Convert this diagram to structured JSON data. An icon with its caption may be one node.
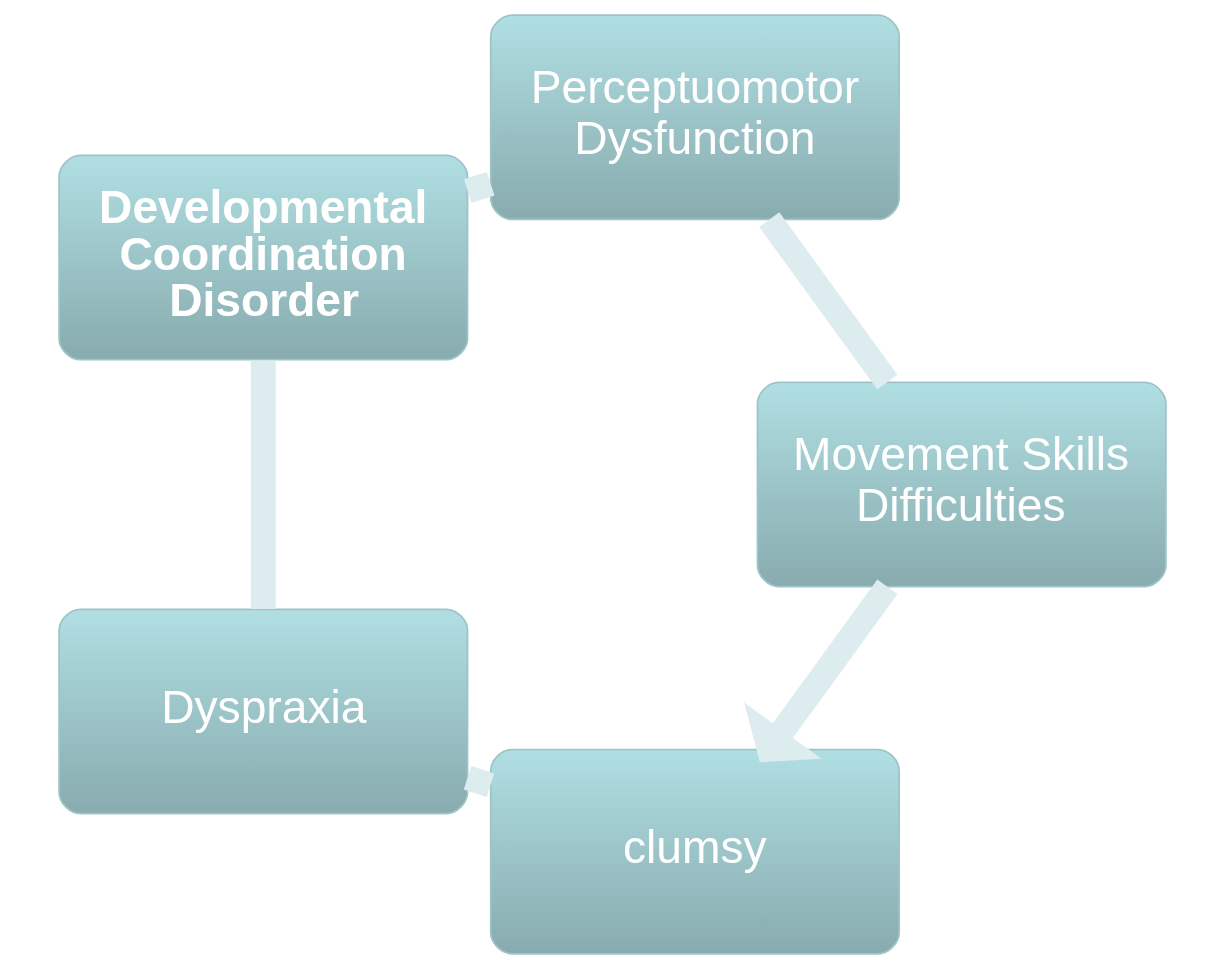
{
  "diagram": {
    "nodes": [
      {
        "text": [
          "clumsy"
        ]
      },
      {
        "text": [
          "Dyspraxia"
        ]
      },
      {
        "text": [
          "Developmental Coordination Disorder"
        ]
      },
      {
        "text": [
          "Perceptuomotor Dysfunction"
        ]
      },
      {
        "text": [
          "Movement Skills Difficulties"
        ]
      }
    ],
    "edges": [
      {
        "from": 0,
        "to": 1,
        "arrow": "none"
      },
      {
        "from": 1,
        "to": 2,
        "arrow": "none"
      },
      {
        "from": 2,
        "to": 3,
        "arrow": "none"
      },
      {
        "from": 3,
        "to": 4,
        "arrow": "none"
      },
      {
        "from": 4,
        "to": 0,
        "arrow": "to"
      }
    ]
  }
}
